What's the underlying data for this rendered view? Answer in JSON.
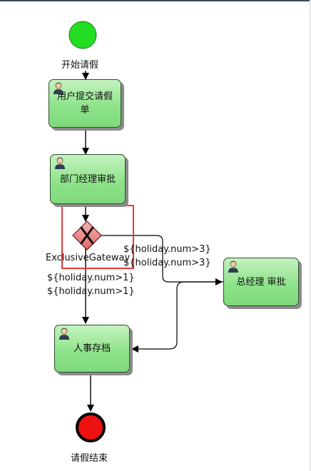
{
  "events": {
    "start_label": "开始请假",
    "end_label": "请假结束"
  },
  "tasks": {
    "submit": "用户提交请假单",
    "dept_approve": "部门经理审批",
    "gm_approve": "总经理 审批",
    "hr_archive": "人事存档"
  },
  "gateway": {
    "label": "ExclusiveGateway",
    "cond_gt3_a": "${holiday.num>3}",
    "cond_gt3_b": "${holiday.num>3}",
    "cond_gt1_a": "${holiday.num>1}",
    "cond_gt1_b": "${holiday.num>1}"
  },
  "colors": {
    "start_fill": "#22dd22",
    "end_fill": "#ee1111",
    "task_fill": "#8fe38b",
    "gateway_fill": "#f08a8a",
    "selection": "#e53a3a"
  },
  "icons": {
    "task_icon": "user-icon",
    "gateway_icon": "x-icon"
  }
}
